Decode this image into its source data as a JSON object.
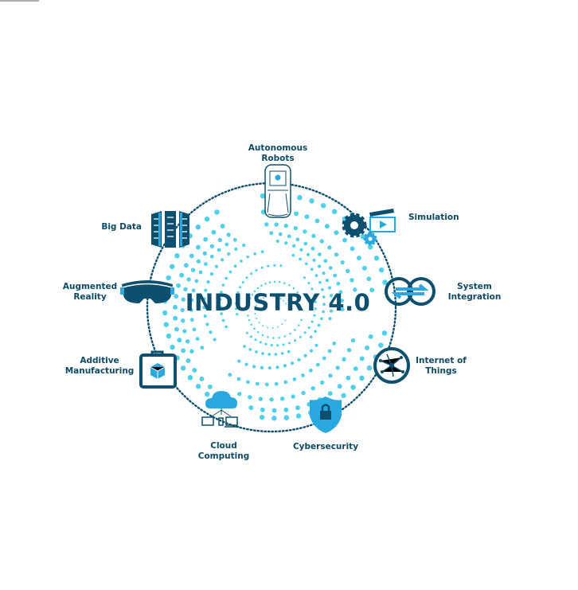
{
  "title": "INDUSTRY 4.0",
  "colors": {
    "dark": "#0d4f6e",
    "accent": "#29a9e0",
    "dots": "#4fd0ef"
  },
  "nodes": {
    "robots": "Autonomous\nRobots",
    "simulation": "Simulation",
    "integration": "System\nIntegration",
    "iot": "Internet of\nThings",
    "cyber": "Cybersecurity",
    "cloud": "Cloud\nComputing",
    "additive": "Additive\nManufacturing",
    "ar": "Augmented\nReality",
    "bigdata": "Big Data"
  }
}
